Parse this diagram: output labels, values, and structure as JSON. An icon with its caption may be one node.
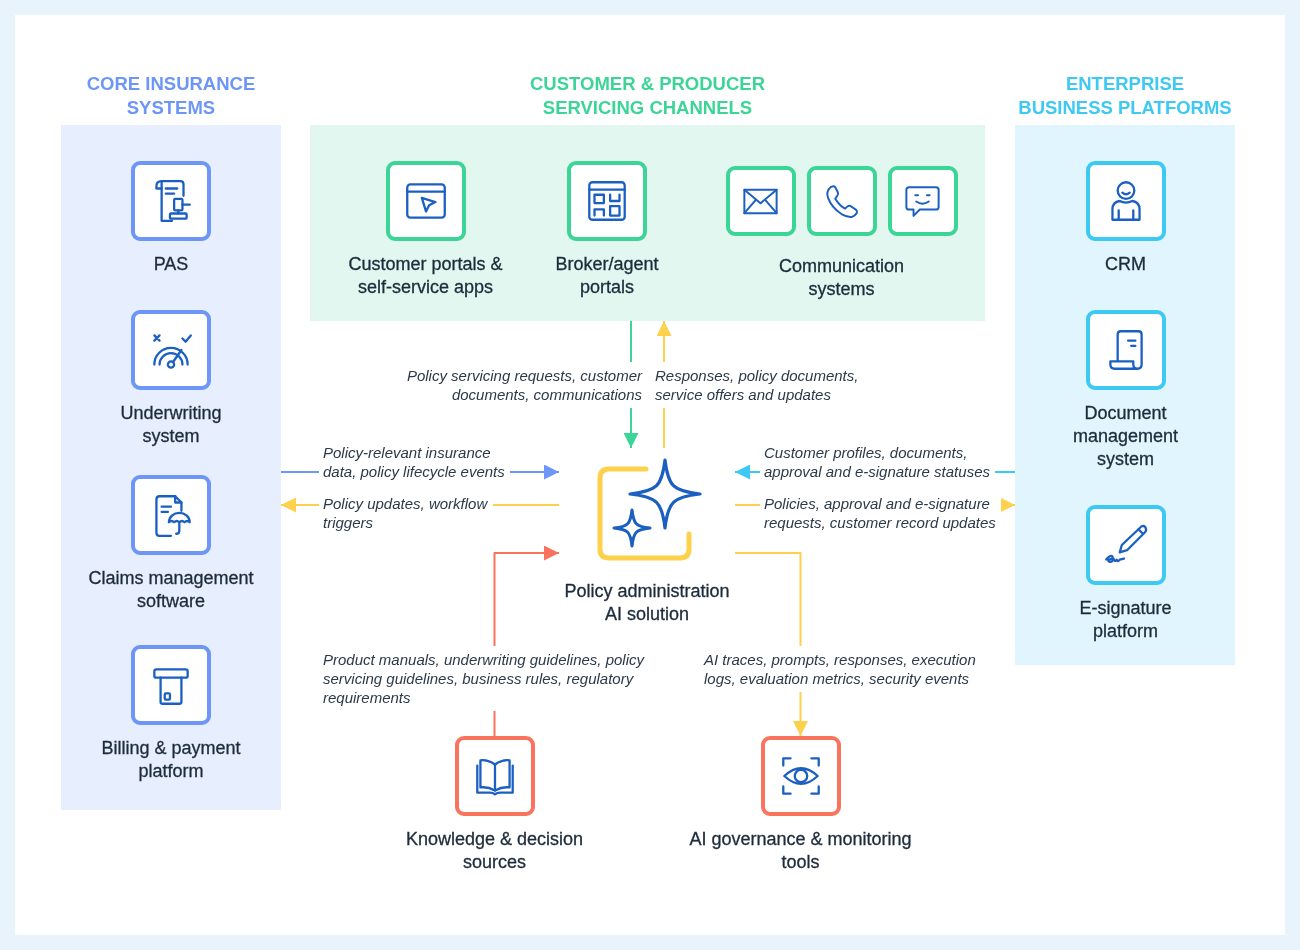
{
  "diagram": {
    "nodes": [
      {
        "text": [
          "CORE INSURANCE SYSTEMS"
        ]
      },
      {
        "text": [
          "PAS"
        ],
        "in": 0
      },
      {
        "text": [
          "Underwriting system"
        ],
        "in": 0
      },
      {
        "text": [
          "Claims management software"
        ],
        "in": 0
      },
      {
        "text": [
          "Billing & payment platform"
        ],
        "in": 0
      },
      {
        "text": [
          "CUSTOMER & PRODUCER SERVICING CHANNELS"
        ]
      },
      {
        "text": [
          "Customer portals & self-service apps"
        ],
        "in": 5
      },
      {
        "text": [
          "Broker/agent portals"
        ],
        "in": 5
      },
      {
        "text": [
          "Communication systems"
        ],
        "in": 5
      },
      {
        "text": [
          "ENTERPRISE BUSINESS PLATFORMS"
        ]
      },
      {
        "text": [
          "CRM"
        ],
        "in": 9
      },
      {
        "text": [
          "Document management system"
        ],
        "in": 9
      },
      {
        "text": [
          "E-signature platform"
        ],
        "in": 9
      },
      {
        "text": [
          "Policy administration AI solution"
        ]
      },
      {
        "text": [
          "Knowledge & decision sources"
        ]
      },
      {
        "text": [
          "AI governance & monitoring tools"
        ]
      }
    ],
    "edges": [
      {
        "from": 5,
        "to": 13,
        "arrow": "to",
        "label": "Policy servicing requests, customer documents, communications",
        "color": "#3cd597"
      },
      {
        "from": 13,
        "to": 5,
        "arrow": "to",
        "label": "Responses, policy documents, service offers and updates"
      },
      {
        "from": 0,
        "to": 13,
        "arrow": "to",
        "label": "Policy-relevant insurance data, policy lifecycle events",
        "color": "#6d96f6"
      },
      {
        "from": 13,
        "to": 0,
        "arrow": "to",
        "label": "Policy updates, workflow triggers"
      },
      {
        "from": 9,
        "to": 13,
        "arrow": "to",
        "label": "Customer profiles, documents, approval and e-signature statuses",
        "color": "#3ec9f3"
      },
      {
        "from": 13,
        "to": 9,
        "arrow": "to",
        "label": "Policies, approval and e-signature requests, customer record updates"
      },
      {
        "from": 14,
        "to": 13,
        "arrow": "to",
        "label": "Product manuals, underwriting guidelines, policy servicing guidelines, business rules, regulatory requirements",
        "color": "#f9735d"
      },
      {
        "from": 13,
        "to": 15,
        "arrow": "to",
        "label": "AI traces, prompts, responses, execution logs, evaluation metrics, security events"
      }
    ]
  }
}
